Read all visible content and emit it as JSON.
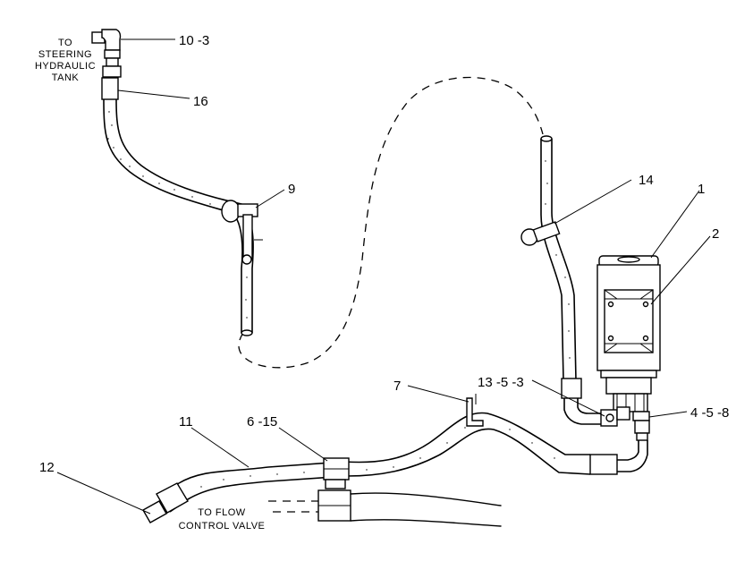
{
  "callouts": {
    "c_10_3": "10 -3",
    "c_16": "16",
    "c_9": "9",
    "c_14": "14",
    "c_1": "1",
    "c_2": "2",
    "c_13_5_3": "13 -5 -3",
    "c_7": "7",
    "c_4_5_8": "4 -5 -8",
    "c_11": "11",
    "c_6_15": "6 -15",
    "c_12": "12"
  },
  "notes": {
    "steering_tank": [
      "TO",
      "STEERING",
      "HYDRAULIC",
      "TANK"
    ],
    "flow_valve": [
      "TO FLOW",
      "CONTROL VALVE"
    ]
  }
}
